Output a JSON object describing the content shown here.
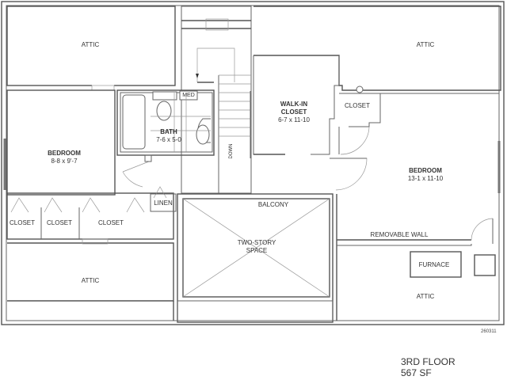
{
  "plan": {
    "floor_label": "3RD FLOOR",
    "area": "567 SF",
    "drawing_code": "260311"
  },
  "rooms": {
    "attic_top_left": {
      "name": "ATTIC"
    },
    "attic_top_right": {
      "name": "ATTIC"
    },
    "attic_bottom_left": {
      "name": "ATTIC"
    },
    "attic_bottom_right": {
      "name": "ATTIC"
    },
    "bedroom_left": {
      "name": "BEDROOM",
      "dims": "8-8 x 9'-7"
    },
    "bedroom_right": {
      "name": "BEDROOM",
      "dims": "13-1 x 11-10"
    },
    "bath": {
      "name": "BATH",
      "dims": "7-6 x 5-0"
    },
    "walk_in_closet": {
      "name": "WALK-IN",
      "name2": "CLOSET",
      "dims": "6-7 x 11-10"
    },
    "closet_right": {
      "name": "CLOSET"
    },
    "closet_1": {
      "name": "CLOSET"
    },
    "closet_2": {
      "name": "CLOSET"
    },
    "closet_3": {
      "name": "CLOSET"
    },
    "linen": {
      "name": "LINEN"
    },
    "balcony": {
      "name": "BALCONY"
    },
    "two_story": {
      "name": "TWO-STORY",
      "name2": "SPACE"
    }
  },
  "fixtures": {
    "med": "MED",
    "stair_label": "DOWN",
    "removable_wall": "REMOVABLE WALL",
    "furnace": "FURNACE"
  }
}
